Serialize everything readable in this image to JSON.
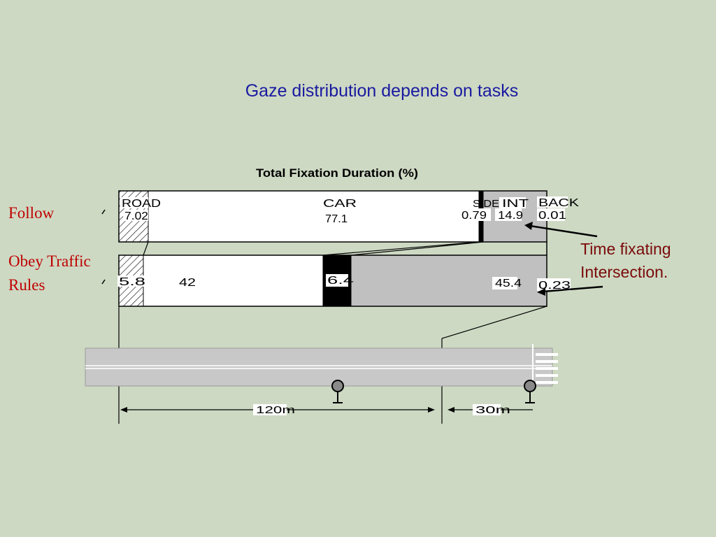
{
  "slide": {
    "title": "Gaze distribution depends on tasks"
  },
  "chart": {
    "title": "Total Fixation Duration (%)",
    "follow_label": "Follow",
    "obey_label": "Obey Traffic Rules",
    "follow_bar": {
      "road_label": "ROAD",
      "road_value": "7.02",
      "car_label": "CAR",
      "car_value": "77.1",
      "side_label": "SIDE",
      "side_value": "0.79",
      "int_label": "INT",
      "int_value": "14.9",
      "back_label": "BACK",
      "back_value": "0.01"
    },
    "obey_bar": {
      "road_value": "5.8",
      "car_value": "42",
      "side_value": "6.4",
      "int_value": "45.4",
      "back_value": "0.23"
    },
    "annotation": "Time fixating Intersection."
  },
  "road": {
    "distance_left": "120m",
    "distance_right": "30m"
  },
  "colors": {
    "background": "#cdd9c3",
    "title": "#1a1aa0",
    "side_labels": "#c00000",
    "annotation": "#7a0a0a",
    "intersection_fill": "#c0c0c0",
    "road_fill": "#c8c8c8"
  }
}
